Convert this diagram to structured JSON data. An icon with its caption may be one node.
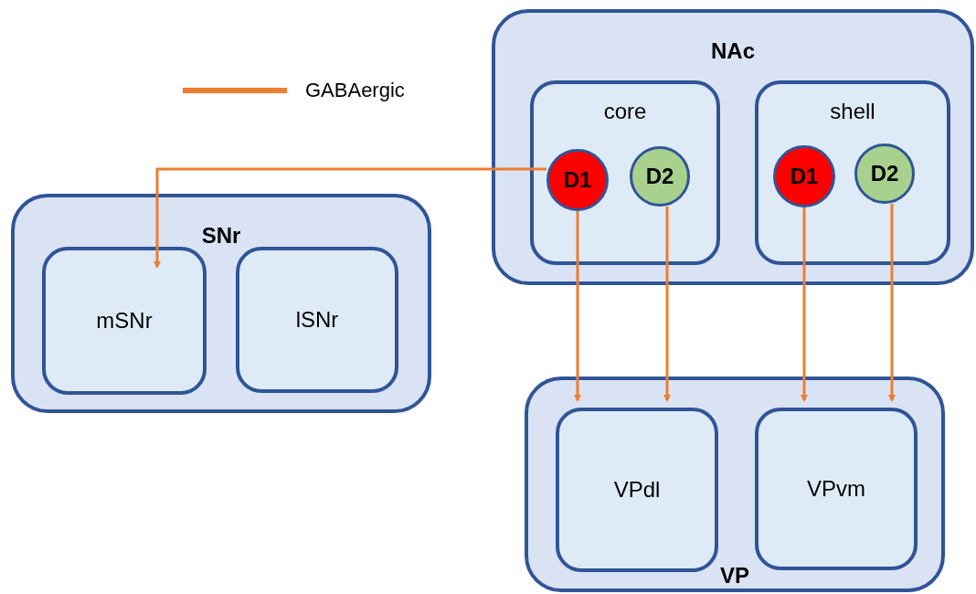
{
  "diagram": {
    "nodes": [
      {
        "text": [
          "NAc"
        ]
      },
      {
        "text": [
          "core"
        ],
        "in": 0
      },
      {
        "text": [
          "D1"
        ],
        "in": 1
      },
      {
        "text": [
          "D2"
        ],
        "in": 1
      },
      {
        "text": [
          "shell"
        ],
        "in": 0
      },
      {
        "text": [
          "D1"
        ],
        "in": 4
      },
      {
        "text": [
          "D2"
        ],
        "in": 4
      },
      {
        "text": [
          "SNr"
        ]
      },
      {
        "text": [
          "mSNr"
        ],
        "in": 7
      },
      {
        "text": [
          "lSNr"
        ],
        "in": 7
      },
      {
        "text": [
          "VP"
        ]
      },
      {
        "text": [
          "VPdl"
        ],
        "in": 10
      },
      {
        "text": [
          "VPvm"
        ],
        "in": 10
      }
    ],
    "edges": [
      {
        "from": 2,
        "to": 8,
        "arrow": "to"
      },
      {
        "from": 2,
        "to": 11,
        "arrow": "to"
      },
      {
        "from": 3,
        "to": 11,
        "arrow": "to"
      },
      {
        "from": 5,
        "to": 12,
        "arrow": "to"
      },
      {
        "from": 6,
        "to": 12,
        "arrow": "to"
      }
    ],
    "legend": [
      {
        "text": "GABAergic"
      }
    ]
  }
}
